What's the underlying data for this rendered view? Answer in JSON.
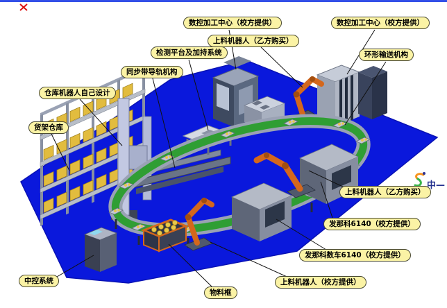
{
  "scene": {
    "description": "3D layout rendering of an automated production line on a blue platform",
    "platform_color": "#0a18dc",
    "background_color": "#ffffff",
    "palette": {
      "robot_orange": "#d4671c",
      "conveyor_green": "#2f9e33",
      "conveyor_frame_gray": "#9aa2b4",
      "machine_dark": "#3e4a60",
      "machine_light": "#c6ccd8",
      "item_yellow": "#e2bc3e",
      "label_bg": "#fbf3a5",
      "top_border_blue": "#3350e8",
      "marker_red": "#dd1111"
    }
  },
  "labels": [
    {
      "id": "cnc-center-left",
      "text": "数控加工中心（校方提供）"
    },
    {
      "id": "cnc-center-right",
      "text": "数控加工中心（校方提供）"
    },
    {
      "id": "loading-robot-top",
      "text": "上料机器人（乙方购买）"
    },
    {
      "id": "ring-conveyor",
      "text": "环形输送机构"
    },
    {
      "id": "detection-platform",
      "text": "检测平台及加持系统"
    },
    {
      "id": "sync-belt-rail",
      "text": "同步带导轨机构"
    },
    {
      "id": "warehouse-robot",
      "text": "仓库机器人自己设计"
    },
    {
      "id": "shelf-warehouse",
      "text": "货架仓库"
    },
    {
      "id": "loading-robot-right",
      "text": "上料机器人（乙方购买）"
    },
    {
      "id": "fanuc-6140",
      "text": "发那科6140（校方提供）"
    },
    {
      "id": "fanuc-lathe-6140",
      "text": "发那科数车6140（校方提供）"
    },
    {
      "id": "loading-robot-bottom",
      "text": "上料机器人（校方提供）"
    },
    {
      "id": "material-frame",
      "text": "物料框"
    },
    {
      "id": "central-control",
      "text": "中控系统"
    }
  ],
  "watermark": {
    "icon": "s-swirl-logo",
    "text": "中—"
  }
}
